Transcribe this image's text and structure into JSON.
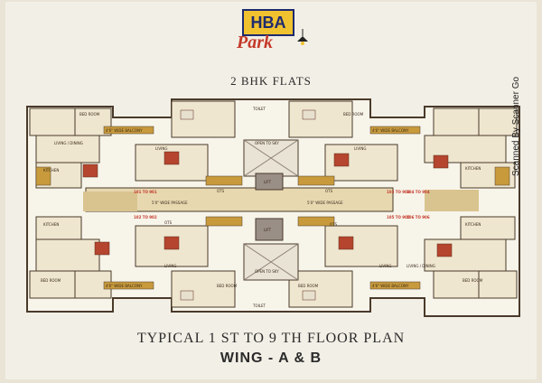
{
  "logo": {
    "brand": "HBA",
    "name": "Park"
  },
  "heading": "2 BHK FLATS",
  "plan": {
    "title": "TYPICAL 1 ST TO 9 TH FLOOR PLAN",
    "wing": "WING - A & B",
    "labels": {
      "passage": "5'0\" WIDE PASSAGE",
      "open_to_sky": "OPEN TO SKY",
      "lift": "LIFT",
      "ots": "OTS",
      "living": "LIVING",
      "living_dining": "LIVING / DINING",
      "kitchen": "KITCHEN",
      "toilet": "TOILET",
      "bed_room": "BED ROOM",
      "balcony": "4'6\" WIDE BALCONY",
      "flat_numbers": [
        "101 TO 901",
        "102 TO 902",
        "103 TO 903",
        "104 TO 904",
        "105 TO 905",
        "106 TO 906"
      ]
    }
  },
  "watermark": "Scanned By Scanner Go",
  "colors": {
    "floor_wood": "#c89a3c",
    "wall": "#4a3a2a",
    "bed": "#b5452e",
    "paper": "#f2efe6",
    "lift": "#9a8f86"
  }
}
